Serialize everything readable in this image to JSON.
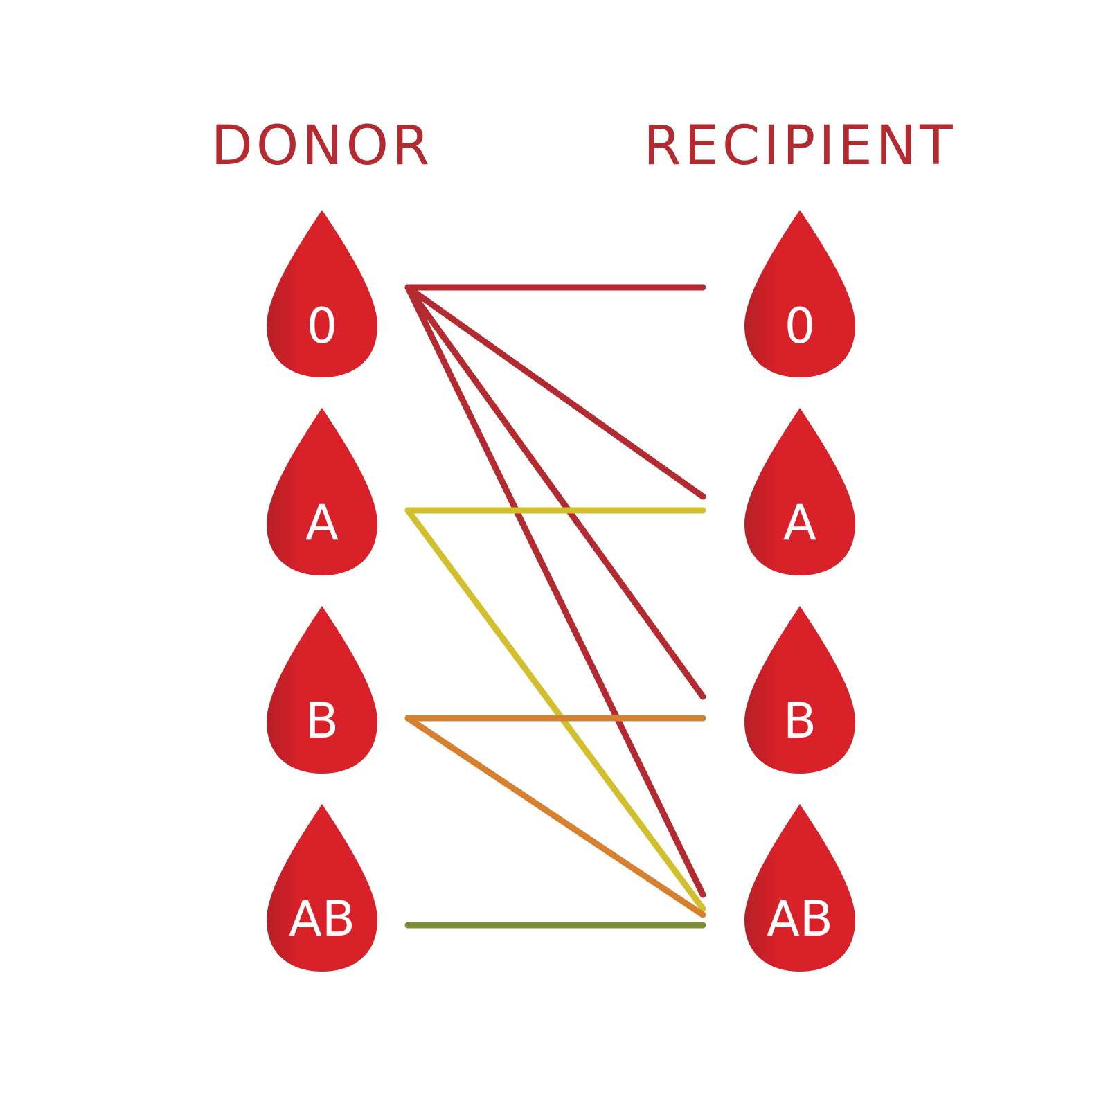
{
  "headings": {
    "donor": "DONOR",
    "recipient": "RECIPIENT"
  },
  "donors": [
    {
      "type": "0"
    },
    {
      "type": "A"
    },
    {
      "type": "B"
    },
    {
      "type": "AB"
    }
  ],
  "recipients": [
    {
      "type": "0"
    },
    {
      "type": "A"
    },
    {
      "type": "B"
    },
    {
      "type": "AB"
    }
  ],
  "compatibility": [
    {
      "from": "0",
      "to": "0",
      "color": "#b32a30"
    },
    {
      "from": "0",
      "to": "A",
      "color": "#b32a30"
    },
    {
      "from": "0",
      "to": "B",
      "color": "#b32a30"
    },
    {
      "from": "0",
      "to": "AB",
      "color": "#b32a30"
    },
    {
      "from": "A",
      "to": "A",
      "color": "#d1bf2e"
    },
    {
      "from": "A",
      "to": "AB",
      "color": "#d1bf2e"
    },
    {
      "from": "B",
      "to": "B",
      "color": "#d6812f"
    },
    {
      "from": "B",
      "to": "AB",
      "color": "#d6812f"
    },
    {
      "from": "AB",
      "to": "AB",
      "color": "#7c8e39"
    }
  ],
  "colors": {
    "heading": "#b32a30",
    "drop": "#d92129",
    "drop_shade": "#b81f27",
    "drop_label": "#ffffff"
  }
}
